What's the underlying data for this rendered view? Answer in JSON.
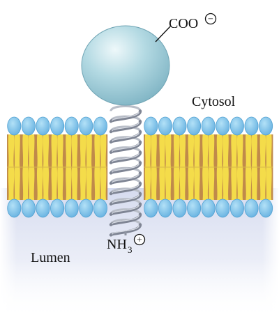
{
  "labels": {
    "c_terminus": "COO",
    "c_terminus_charge": "−",
    "cytosol": "Cytosol",
    "lumen": "Lumen",
    "n_terminus": "NH",
    "n_terminus_subscript": "3",
    "n_terminus_charge": "+"
  },
  "colors": {
    "phospholipid_head": "#7ec3ea",
    "phospholipid_head_edge": "#4f9fd0",
    "fatty_acid_tail": "#f4dc4a",
    "tail_gap": "#c08a4a",
    "helix_coil": "#9aa0ad",
    "globular_domain": "#a9d3de",
    "lumen_shade": "#d6dbef"
  },
  "icons": {
    "c_terminus_charge": "minus-in-circle",
    "n_terminus_charge": "plus-in-circle"
  }
}
